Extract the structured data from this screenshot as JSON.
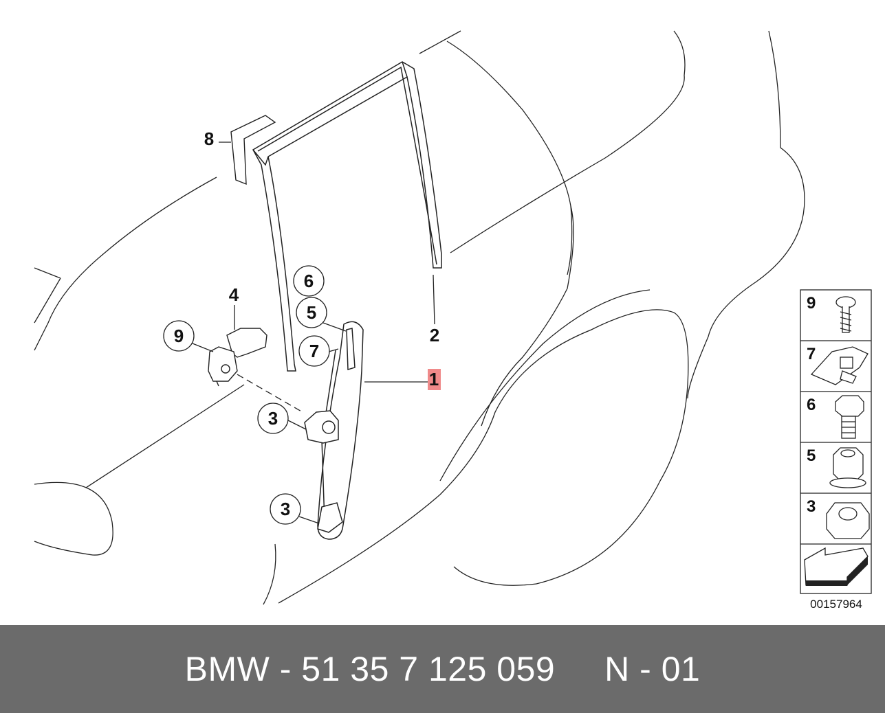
{
  "diagram": {
    "callouts": [
      "8",
      "6",
      "5",
      "7",
      "4",
      "9",
      "3",
      "3",
      "2",
      "1"
    ],
    "sidebar_numbers": [
      "9",
      "7",
      "6",
      "5",
      "3"
    ],
    "sidebar_icons": [
      "screw-icon",
      "clip-nut-icon",
      "hex-bolt-icon",
      "flange-nut-icon",
      "hex-nut-icon",
      "arrow-icon"
    ],
    "diagram_id": "00157964",
    "highlight_color": "#f08a8a"
  },
  "footer": {
    "part_text": "BMW - 51 35 7 125 059     N - 01",
    "background": "#6b6b6b"
  }
}
